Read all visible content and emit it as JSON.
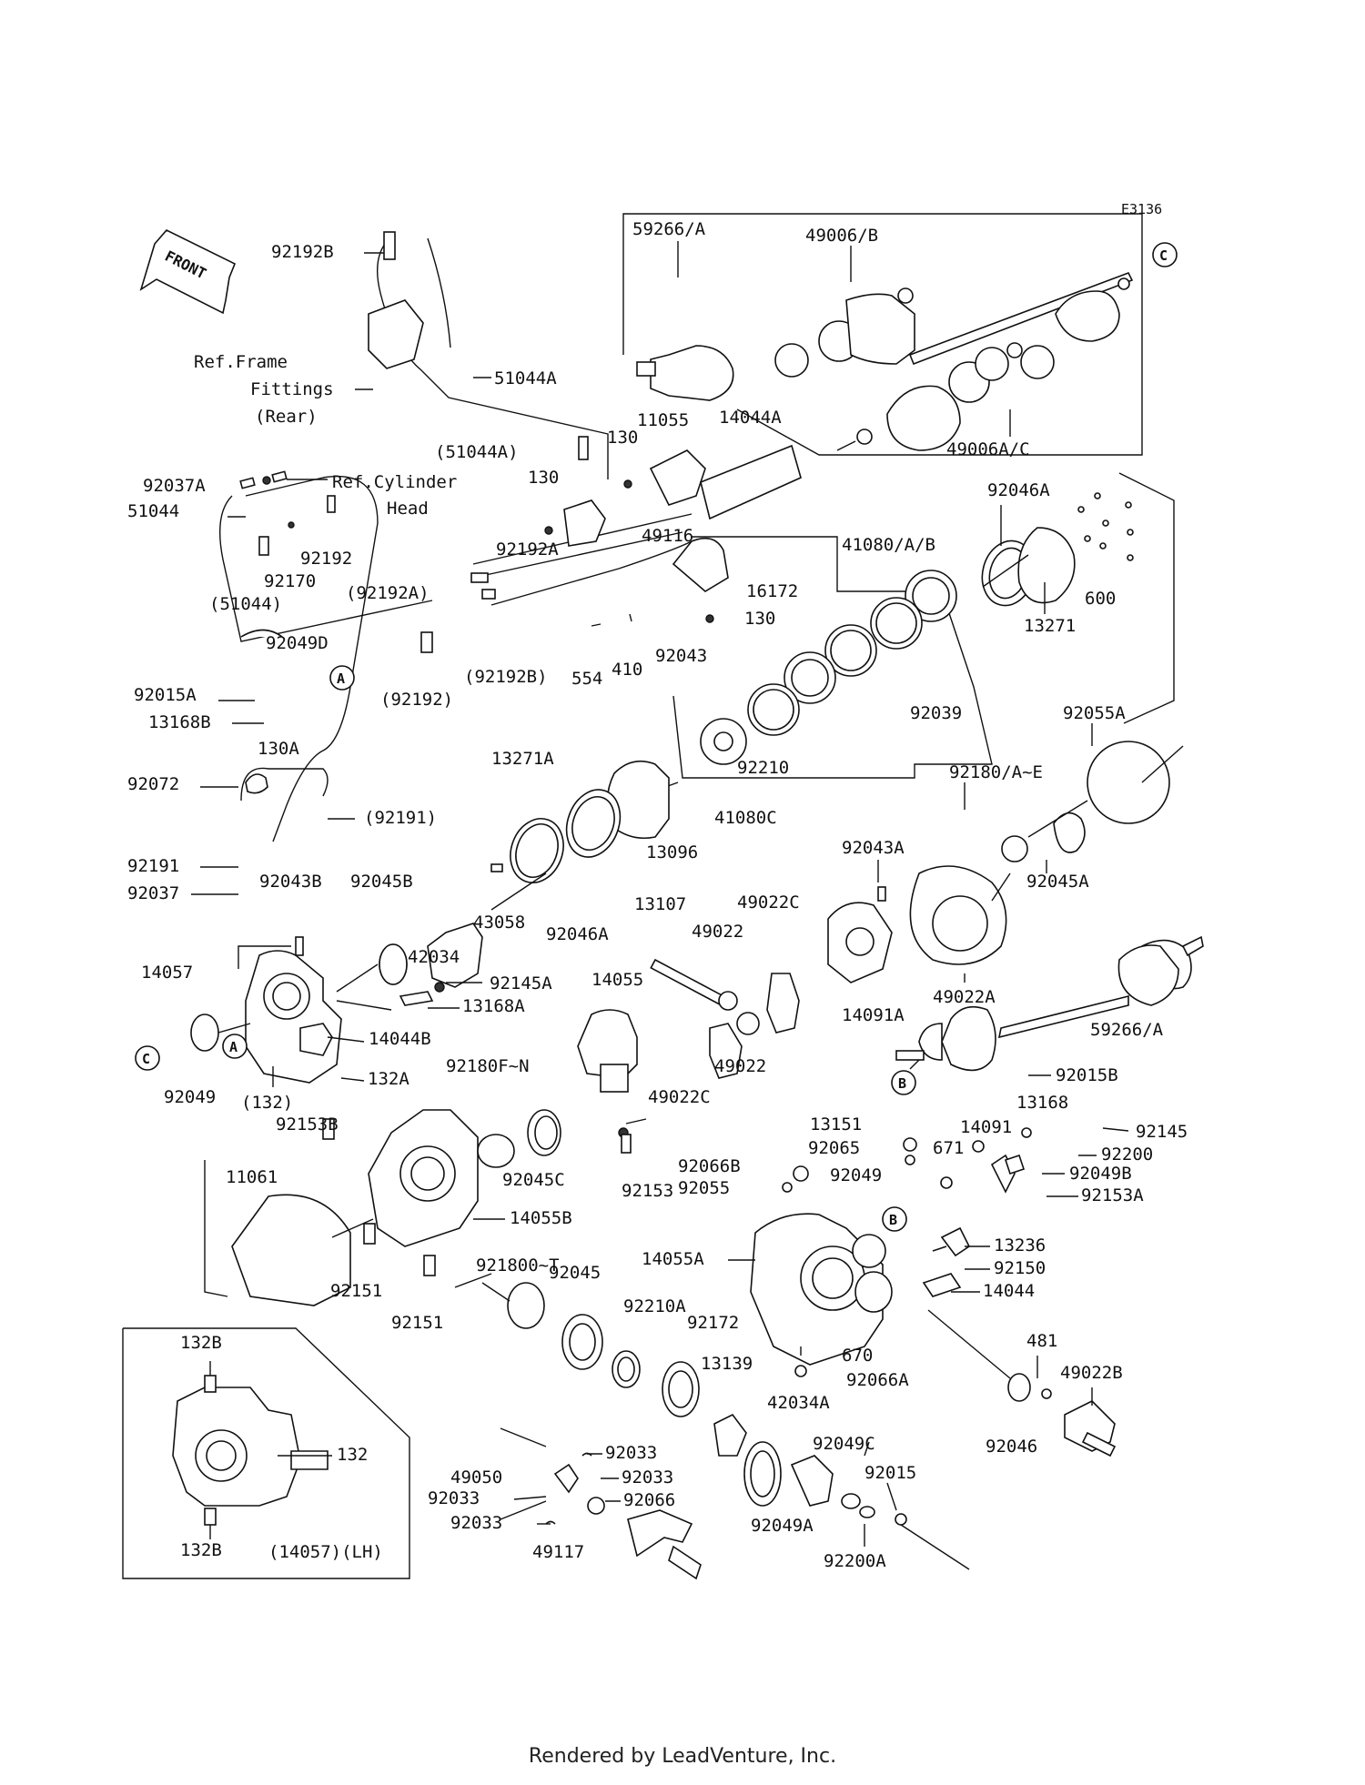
{
  "diagram_code": "E3136",
  "front_label": "FRONT",
  "callouts": {
    "a": "A",
    "b": "B",
    "c": "C"
  },
  "refs": {
    "frame_1": "Ref.Frame",
    "frame_2": "Fittings",
    "frame_3": "(Rear)",
    "cyl_1": "Ref.Cylinder",
    "cyl_2": "Head"
  },
  "parts": {
    "p59266A_top": "59266/A",
    "p49006B": "49006/B",
    "p49006AC": "49006A/C",
    "p92192B": "92192B",
    "p51044A": "51044A",
    "p51044A_paren": "(51044A)",
    "p130_a": "130",
    "p130_b": "130",
    "p130_c": "130",
    "p130A": "130A",
    "p11055": "11055",
    "p14044A": "14044A",
    "p92037A": "92037A",
    "p51044": "51044",
    "p51044_paren": "(51044)",
    "p92192": "92192",
    "p92192_paren": "(92192)",
    "p92170": "92170",
    "p92192A": "92192A",
    "p92192A_paren": "(92192A)",
    "p92192B_paren": "(92192B)",
    "p49116": "49116",
    "p16172": "16172",
    "p554": "554",
    "p410": "410",
    "p92043": "92043",
    "p92046A_top": "92046A",
    "p41080AB": "41080/A/B",
    "p13271": "13271",
    "p600": "600",
    "p92039": "92039",
    "p92049D": "92049D",
    "p92015A": "92015A",
    "p13168B": "13168B",
    "p92072": "92072",
    "p92191_paren": "(92191)",
    "p92191": "92191",
    "p13271A": "13271A",
    "p92210": "92210",
    "p41080C": "41080C",
    "p92055A": "92055A",
    "p92180AE": "92180/A~E",
    "p92043A": "92043A",
    "p92045A": "92045A",
    "p92037": "92037",
    "p92043B": "92043B",
    "p92045B": "92045B",
    "p42034": "42034",
    "p43058": "43058",
    "p92046A_mid": "92046A",
    "p13096": "13096",
    "p13107": "13107",
    "p49022C_a": "49022C",
    "p49022_a": "49022",
    "p49022A": "49022A",
    "p14057": "14057",
    "p92145A": "92145A",
    "p13168A": "13168A",
    "p14055": "14055",
    "p14091A": "14091A",
    "p59266A_mid": "59266/A",
    "p14044B": "14044B",
    "p132A": "132A",
    "p132_paren": "(132)",
    "p92049_left": "92049",
    "p49022_b": "49022",
    "p49022C_b": "49022C",
    "p92180FN": "92180F~N",
    "p92153B": "92153B",
    "p92015B": "92015B",
    "p13168": "13168",
    "p92145": "92145",
    "p13151": "13151",
    "p14091": "14091",
    "p92065": "92065",
    "p671": "671",
    "p92200": "92200",
    "p11061": "11061",
    "p92045C": "92045C",
    "p92153": "92153",
    "p92066B": "92066B",
    "p92055": "92055",
    "p92049_mid": "92049",
    "p92049B": "92049B",
    "p92153A": "92153A",
    "p14055B": "14055B",
    "p14055A": "14055A",
    "p13236": "13236",
    "p92150": "92150",
    "p14044": "14044",
    "p92151_a": "92151",
    "p92151_b": "92151",
    "p92180OT": "921800~T",
    "p92045": "92045",
    "p92210A": "92210A",
    "p92172": "92172",
    "p670": "670",
    "p92066A": "92066A",
    "p481": "481",
    "p49022B": "49022B",
    "p13139": "13139",
    "p42034A": "42034A",
    "p92046": "92046",
    "p132B_top": "132B",
    "p132": "132",
    "p132B_bot": "132B",
    "p14057LH": "(14057)(LH)",
    "p92033_a": "92033",
    "p92033_b": "92033",
    "p92033_c": "92033",
    "p92033_d": "92033",
    "p49050": "49050",
    "p92066": "92066",
    "p92049C": "92049C",
    "p92015": "92015",
    "p49117": "49117",
    "p92049A": "92049A",
    "p92200A": "92200A"
  },
  "footer": "Rendered by LeadVenture, Inc."
}
